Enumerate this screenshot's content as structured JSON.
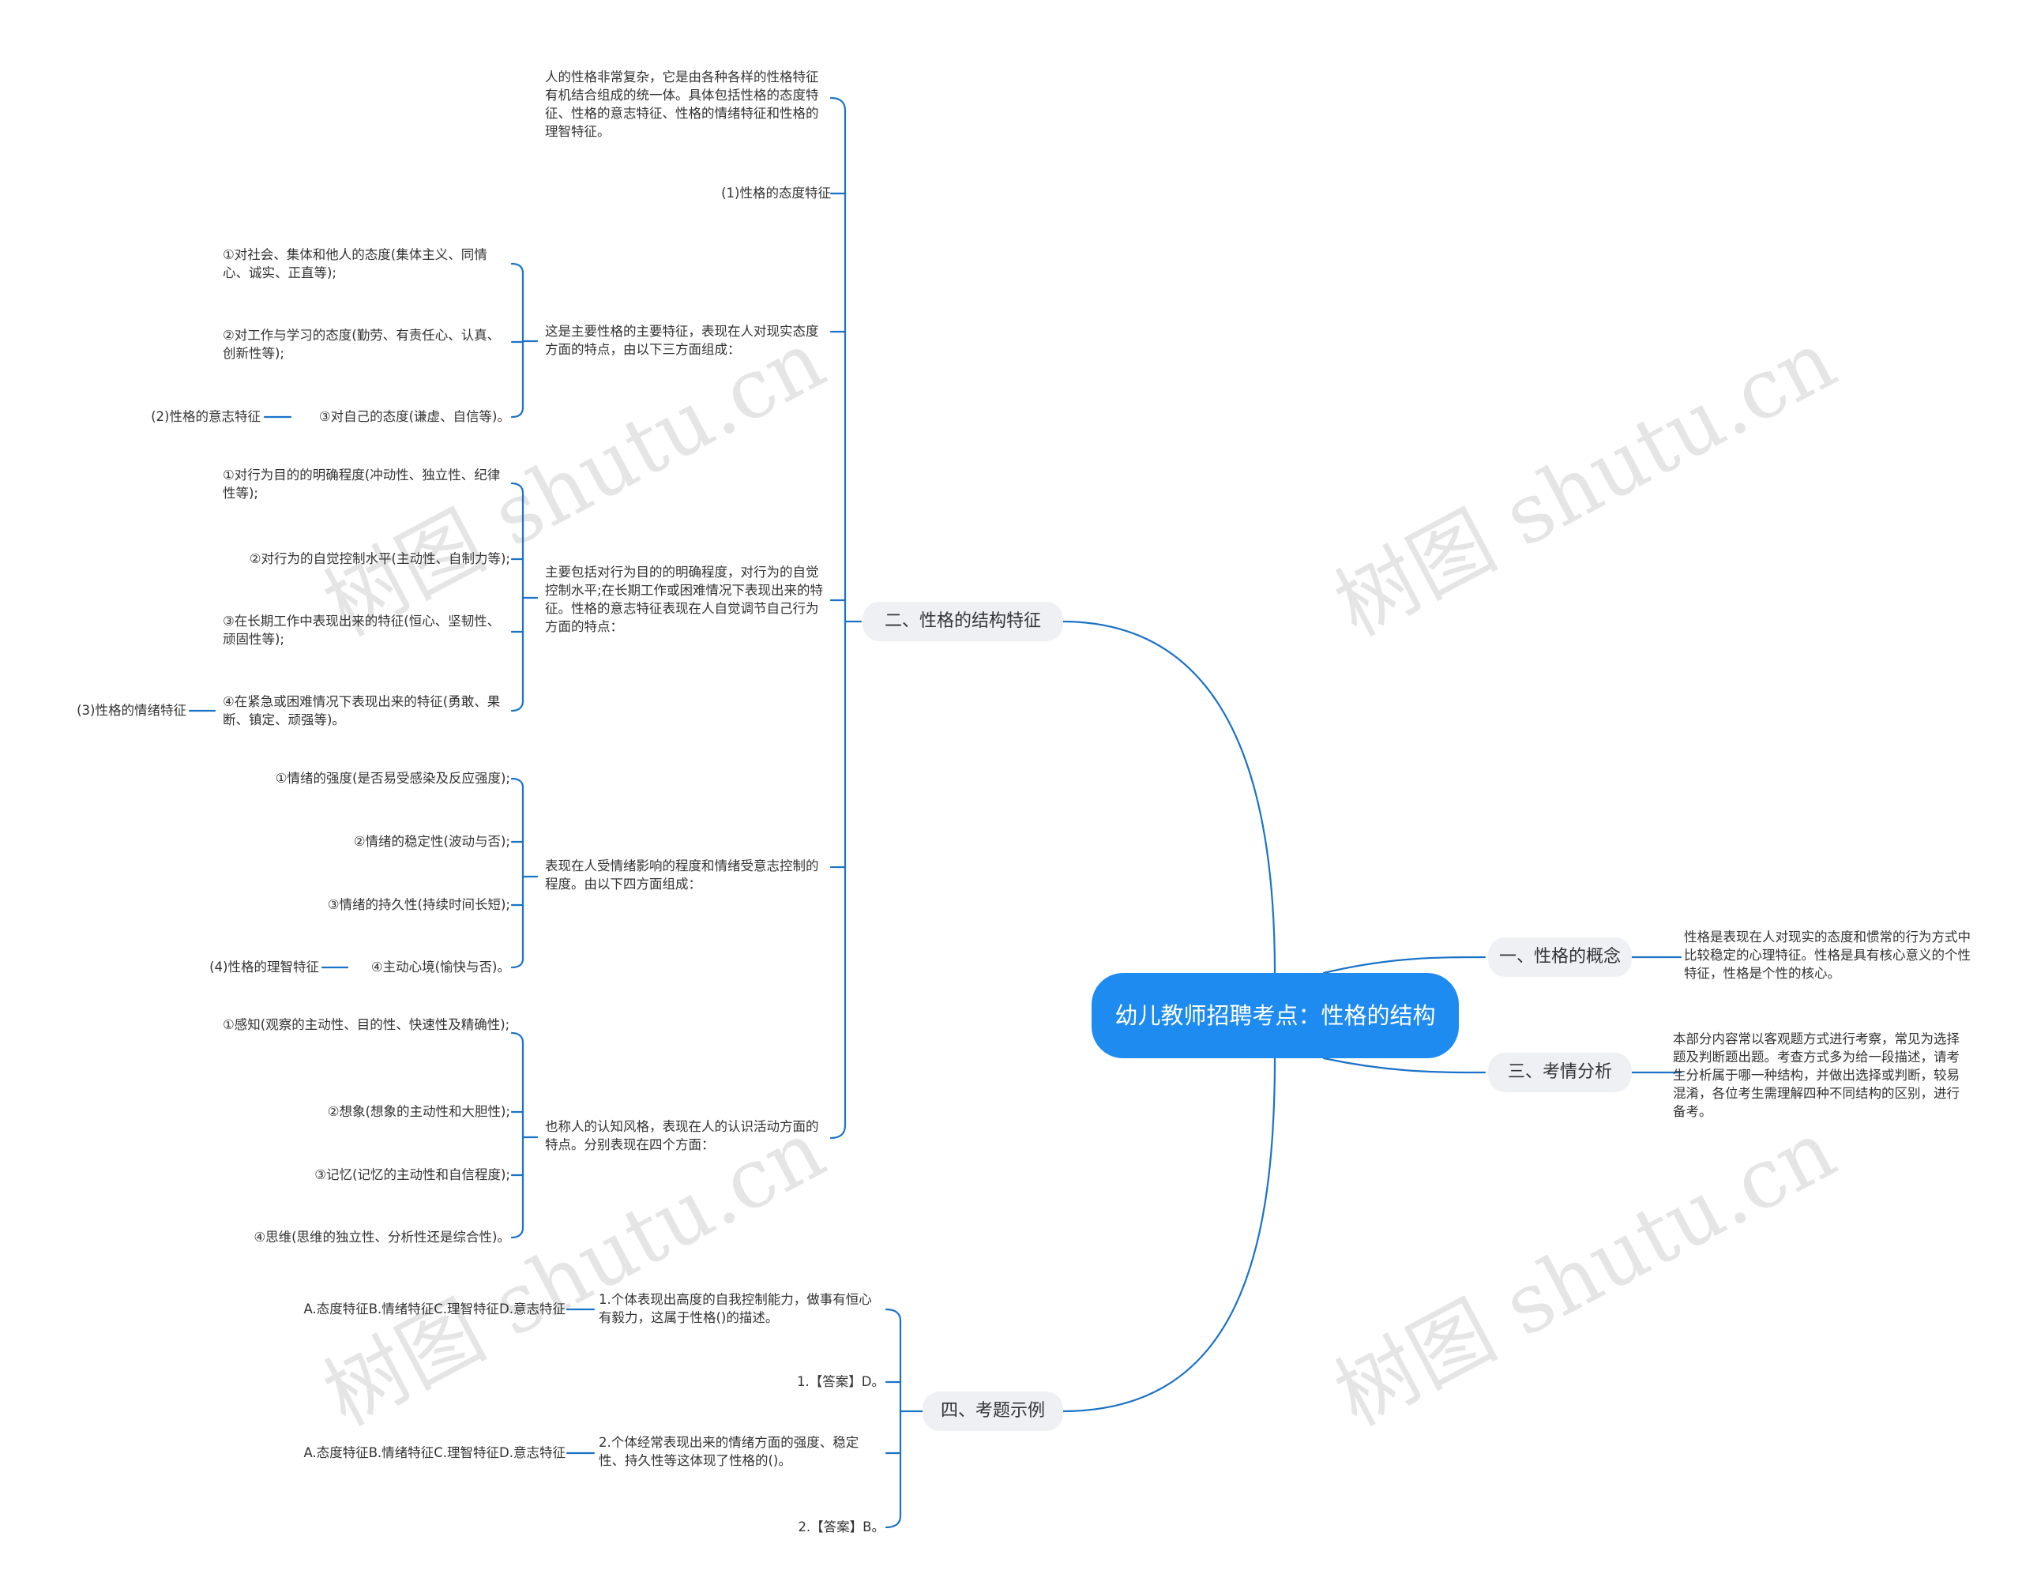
{
  "root": {
    "title": "幼儿教师招聘考点：性格的结构"
  },
  "branches": {
    "concept": {
      "label": "一、性格的概念",
      "text": "性格是表现在人对现实的态度和惯常的行为方式中比较稳定的心理特征。性格是具有核心意义的个性特征，性格是个性的核心。"
    },
    "analysis": {
      "label": "三、考情分析",
      "text": "本部分内容常以客观题方式进行考察，常见为选择题及判断题出题。考查方式多为给一段描述，请考生分析属于哪一种结构，并做出选择或判断，较易混淆，各位考生需理解四种不同结构的区别，进行备考。"
    },
    "structure": {
      "label": "二、性格的结构特征",
      "intro": "人的性格非常复杂，它是由各种各样的性格特征有机结合组成的统一体。具体包括性格的态度特征、性格的意志特征、性格的情绪特征和性格的理智特征。",
      "attitude_title": "(1)性格的态度特征",
      "attitude_desc": "这是主要性格的主要特征，表现在人对现实态度方面的特点，由以下三方面组成：",
      "attitude_items": [
        "①对社会、集体和他人的态度(集体主义、同情心、诚实、正直等);",
        "②对工作与学习的态度(勤劳、有责任心、认真、创新性等);",
        "③对自己的态度(谦虚、自信等)。"
      ],
      "will_title": "(2)性格的意志特征",
      "will_desc": "主要包括对行为目的的明确程度，对行为的自觉控制水平;在长期工作或困难情况下表现出来的特征。性格的意志特征表现在人自觉调节自己行为方面的特点：",
      "will_items": [
        "①对行为目的的明确程度(冲动性、独立性、纪律性等);",
        "②对行为的自觉控制水平(主动性、自制力等);",
        "③在长期工作中表现出来的特征(恒心、坚韧性、顽固性等);",
        "④在紧急或困难情况下表现出来的特征(勇敢、果断、镇定、顽强等)。"
      ],
      "emotion_title": "(3)性格的情绪特征",
      "emotion_desc": "表现在人受情绪影响的程度和情绪受意志控制的程度。由以下四方面组成：",
      "emotion_items": [
        "①情绪的强度(是否易受感染及反应强度);",
        "②情绪的稳定性(波动与否);",
        "③情绪的持久性(持续时间长短);",
        "④主动心境(愉快与否)。"
      ],
      "intellect_title": "(4)性格的理智特征",
      "intellect_desc": "也称人的认知风格，表现在人的认识活动方面的特点。分别表现在四个方面：",
      "intellect_items": [
        "①感知(观察的主动性、目的性、快速性及精确性);",
        "②想象(想象的主动性和大胆性);",
        "③记忆(记忆的主动性和自信程度);",
        "④思维(思维的独立性、分析性还是综合性)。"
      ]
    },
    "examples": {
      "label": "四、考题示例",
      "q1": "1.个体表现出高度的自我控制能力，做事有恒心有毅力，这属于性格()的描述。",
      "q1_options": "A.态度特征B.情绪特征C.理智特征D.意志特征",
      "a1": "1.【答案】D。",
      "q2": "2.个体经常表现出来的情绪方面的强度、稳定性、持久性等这体现了性格的()。",
      "q2_options": "A.态度特征B.情绪特征C.理智特征D.意志特征",
      "a2": "2.【答案】B。"
    }
  },
  "watermark": "树图 shutu.cn",
  "colors": {
    "accent": "#1e8bf0",
    "line": "#1a73c8",
    "branch_bg": "#eef0f4"
  }
}
